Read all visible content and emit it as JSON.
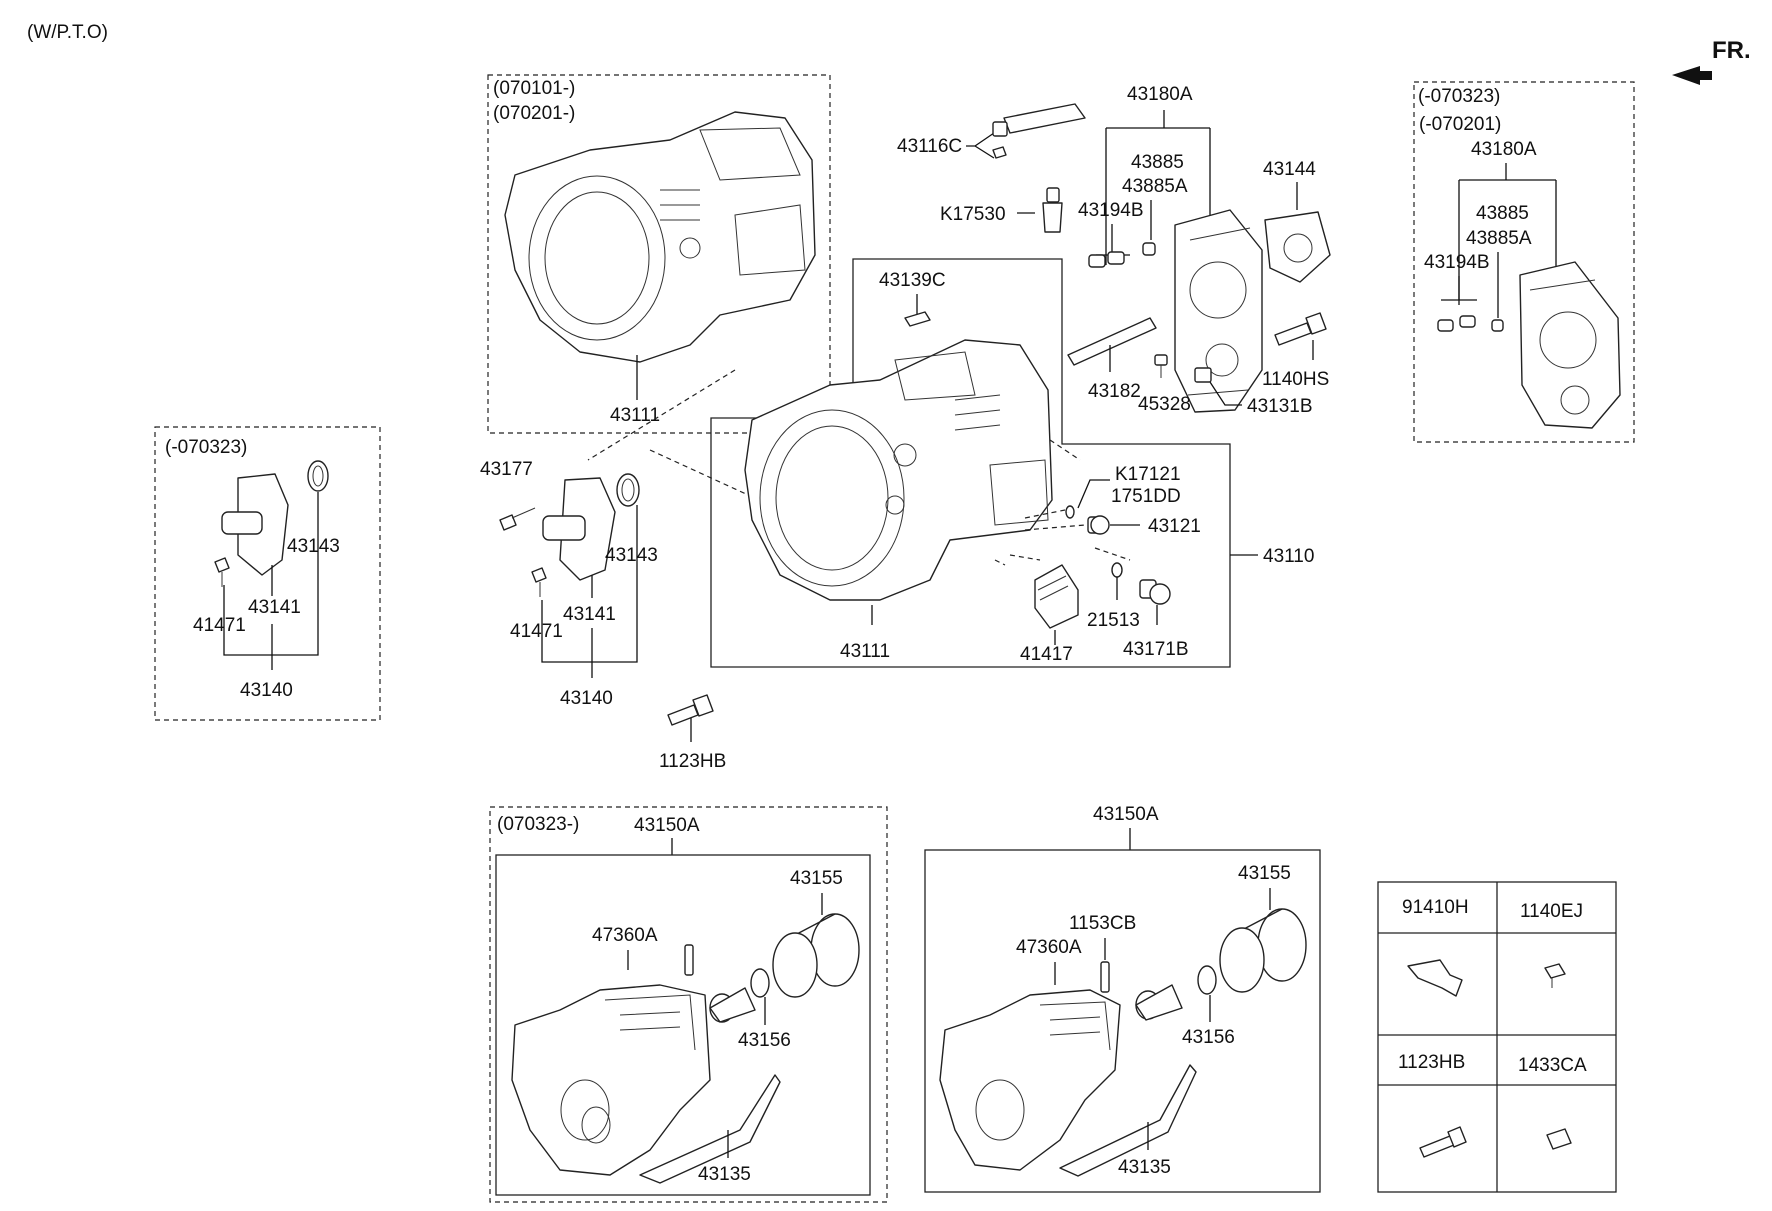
{
  "header": {
    "variant": "(W/P.T.O)",
    "direction": "FR."
  },
  "groups": {
    "upper_left_box": {
      "dates": [
        "(070101-)",
        "(070201-)"
      ]
    },
    "left_box": {
      "date": "(-070323)"
    },
    "right_box": {
      "dates": [
        "(-070323)",
        "(-070201)"
      ]
    },
    "lower_left_box": {
      "date": "(070323-)"
    }
  },
  "labels": {
    "p43111_top": "43111",
    "p43116C": "43116C",
    "p43180A": "43180A",
    "p43885": "43885",
    "p43885A": "43885A",
    "p43194B": "43194B",
    "p43144": "43144",
    "pK17530": "K17530",
    "p43139C": "43139C",
    "p1140HS": "1140HS",
    "p43182": "43182",
    "p45328": "45328",
    "p43131B": "43131B",
    "pK17121": "K17121",
    "p1751DD": "1751DD",
    "p43121": "43121",
    "p43110": "43110",
    "p21513": "21513",
    "p43171B": "43171B",
    "p41417": "41417",
    "p43111_mid": "43111",
    "p43177": "43177",
    "p43143_mid": "43143",
    "p41471_mid": "41471",
    "p43141_mid": "43141",
    "p43140_mid": "43140",
    "p1123HB": "1123HB",
    "p43143_left": "43143",
    "p41471_left": "41471",
    "p43141_left": "43141",
    "p43140_left": "43140",
    "r43180A": "43180A",
    "r43885": "43885",
    "r43885A": "43885A",
    "r43194B": "43194B",
    "a43150A": "43150A",
    "a43155": "43155",
    "a47360A": "47360A",
    "a43156": "43156",
    "a43135": "43135",
    "b43150A": "43150A",
    "b43155": "43155",
    "b1153CB": "1153CB",
    "b47360A": "47360A",
    "b43156": "43156",
    "b43135": "43135"
  },
  "parts_table": {
    "cells": [
      "91410H",
      "1140EJ",
      "1123HB",
      "1433CA"
    ]
  }
}
